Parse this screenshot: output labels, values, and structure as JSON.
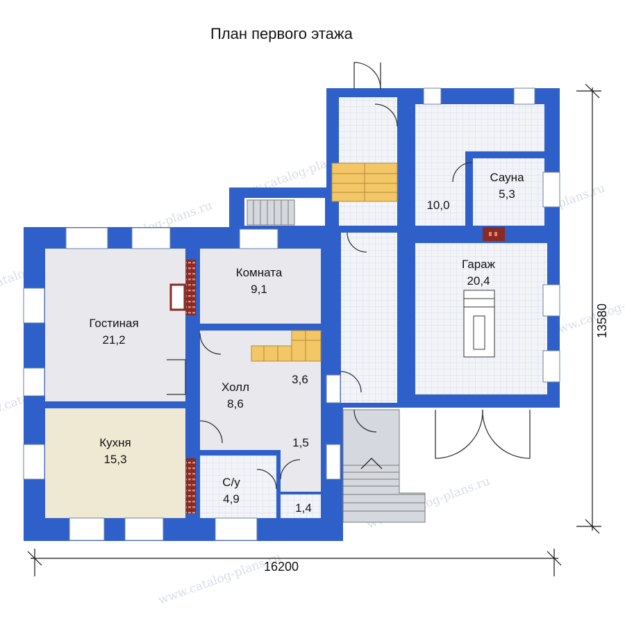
{
  "title": "План первого этажа",
  "rooms": {
    "living": {
      "name": "Гостиная",
      "area": "21,2"
    },
    "room": {
      "name": "Комната",
      "area": "9,1"
    },
    "hall": {
      "name": "Холл",
      "area": "8,6"
    },
    "stair_area": {
      "area": "3,6"
    },
    "corridor_small": {
      "area": "1,5"
    },
    "kitchen": {
      "name": "Кухня",
      "area": "15,3"
    },
    "bathroom": {
      "name": "С/у",
      "area": "4,9"
    },
    "closet": {
      "area": "1,4"
    },
    "sauna_room": {
      "area": "10,0"
    },
    "sauna": {
      "name": "Сауна",
      "area": "5,3"
    },
    "garage": {
      "name": "Гараж",
      "area": "20,4"
    }
  },
  "dimensions": {
    "width": "16200",
    "height": "13580"
  },
  "watermark": "www.catalog-plans.ru",
  "colors": {
    "wall": "#2f5fc8",
    "floor_grey": "#e9e9ed",
    "kitchen_floor": "#efe8d2",
    "tile_grid": "#dfe4ec",
    "stairs": "#f3c766",
    "chimney": "#8a2a22"
  }
}
